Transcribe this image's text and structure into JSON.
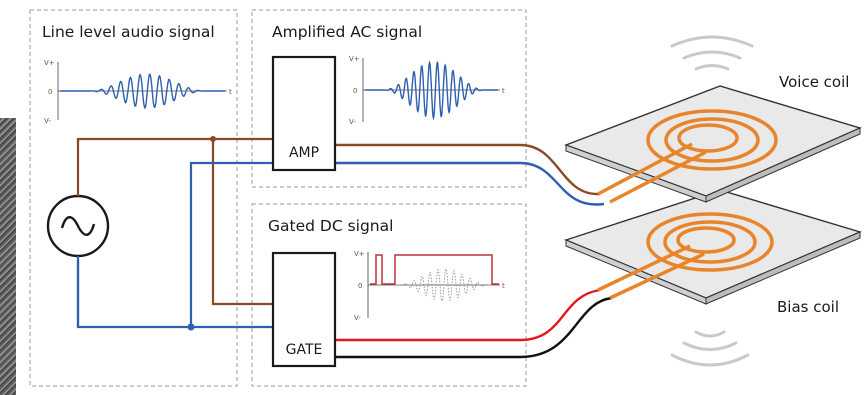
{
  "panels": {
    "line_level": {
      "title": "Line level audio signal"
    },
    "amplified": {
      "title": "Amplified AC signal"
    },
    "gated": {
      "title": "Gated DC signal"
    }
  },
  "blocks": {
    "amp": "AMP",
    "gate": "GATE"
  },
  "axis": {
    "v_plus": "V+",
    "zero": "0",
    "v_minus": "V-",
    "t": "t"
  },
  "coils": {
    "voice": "Voice coil",
    "bias": "Bias coil"
  },
  "colors": {
    "signal_blue": "#2f5fb0",
    "wire_brown": "#8b4a26",
    "wire_red": "#e0191e",
    "wire_black": "#111111",
    "coil_orange": "#e8852a",
    "gate_red": "#c0303a"
  }
}
